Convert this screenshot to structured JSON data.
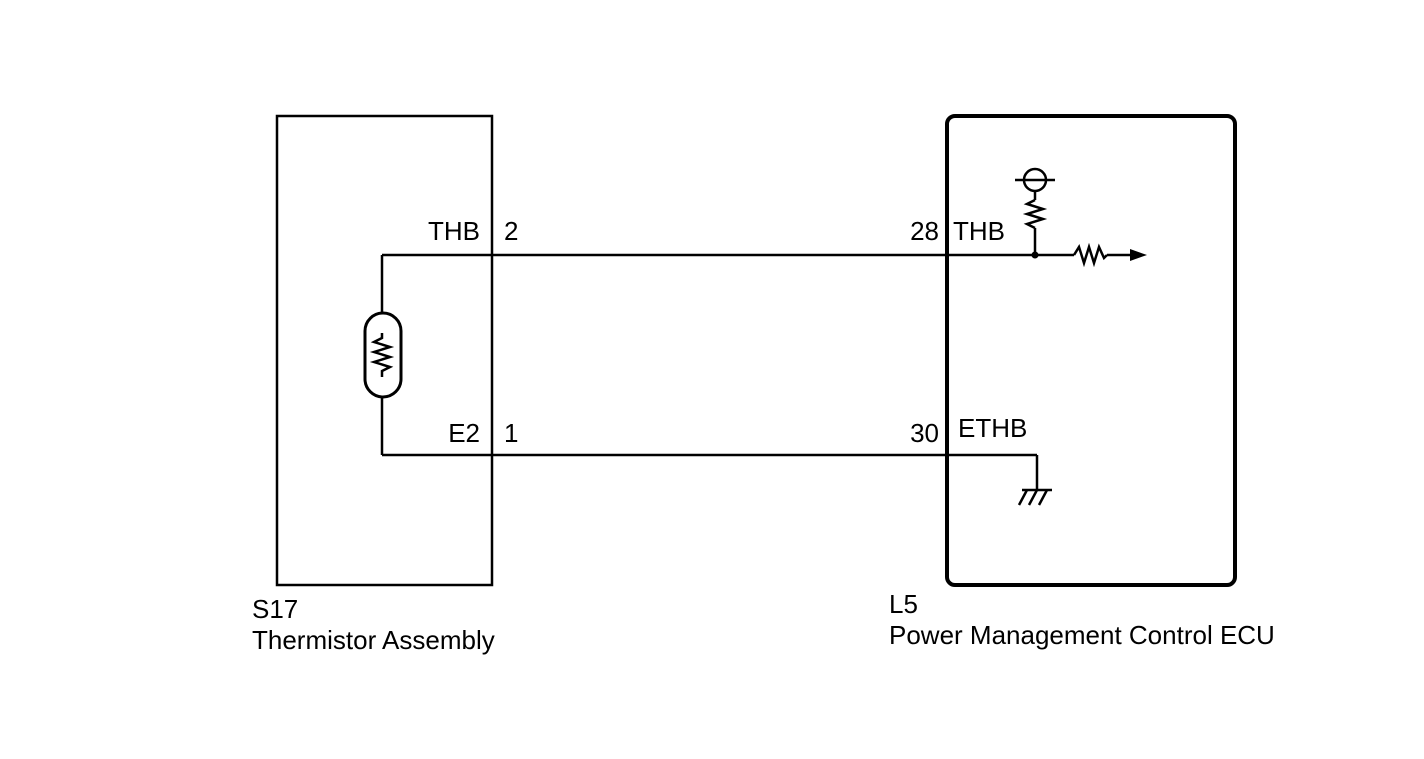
{
  "thermistor_assembly": {
    "connector_id": "S17",
    "name": "Thermistor Assembly",
    "pins": [
      {
        "signal": "THB",
        "number": "2"
      },
      {
        "signal": "E2",
        "number": "1"
      }
    ]
  },
  "ecu": {
    "connector_id": "L5",
    "name": "Power Management Control ECU",
    "pins": [
      {
        "number": "28",
        "signal": "THB"
      },
      {
        "number": "30",
        "signal": "ETHB"
      }
    ]
  }
}
